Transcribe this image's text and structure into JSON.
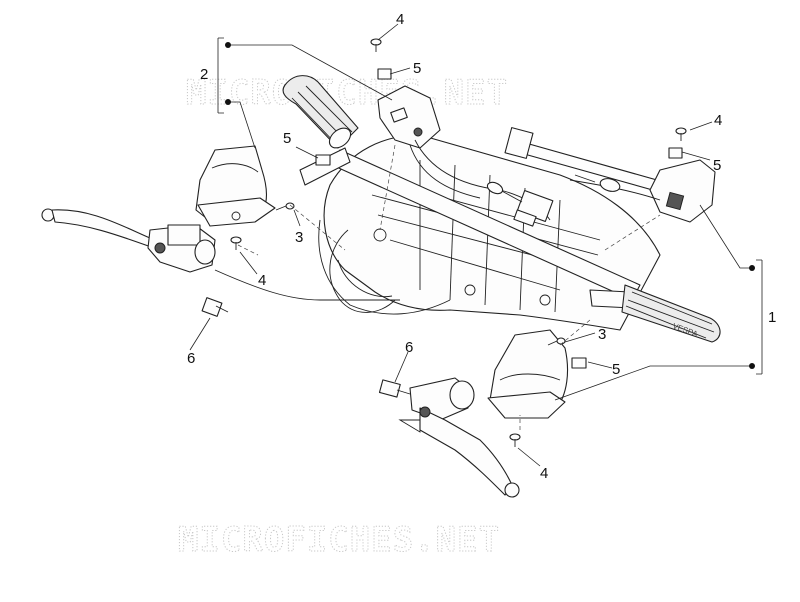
{
  "watermark": {
    "text": "MICROFICHES.NET",
    "color": "#c8c8c8"
  },
  "callouts": [
    {
      "id": "c4-top",
      "label": "4"
    },
    {
      "id": "c5-top",
      "label": "5"
    },
    {
      "id": "c2",
      "label": "2"
    },
    {
      "id": "c5-left",
      "label": "5"
    },
    {
      "id": "c4-right",
      "label": "4"
    },
    {
      "id": "c5-right",
      "label": "5"
    },
    {
      "id": "c3-left",
      "label": "3"
    },
    {
      "id": "c4-left",
      "label": "4"
    },
    {
      "id": "c1",
      "label": "1"
    },
    {
      "id": "c6-left",
      "label": "6"
    },
    {
      "id": "c3-right",
      "label": "3"
    },
    {
      "id": "c6-mid",
      "label": "6"
    },
    {
      "id": "c5-bottom",
      "label": "5"
    },
    {
      "id": "c4-bottom",
      "label": "4"
    }
  ],
  "icons": [
    "screw-icon",
    "clip-nut-icon",
    "stop-switch-icon"
  ]
}
